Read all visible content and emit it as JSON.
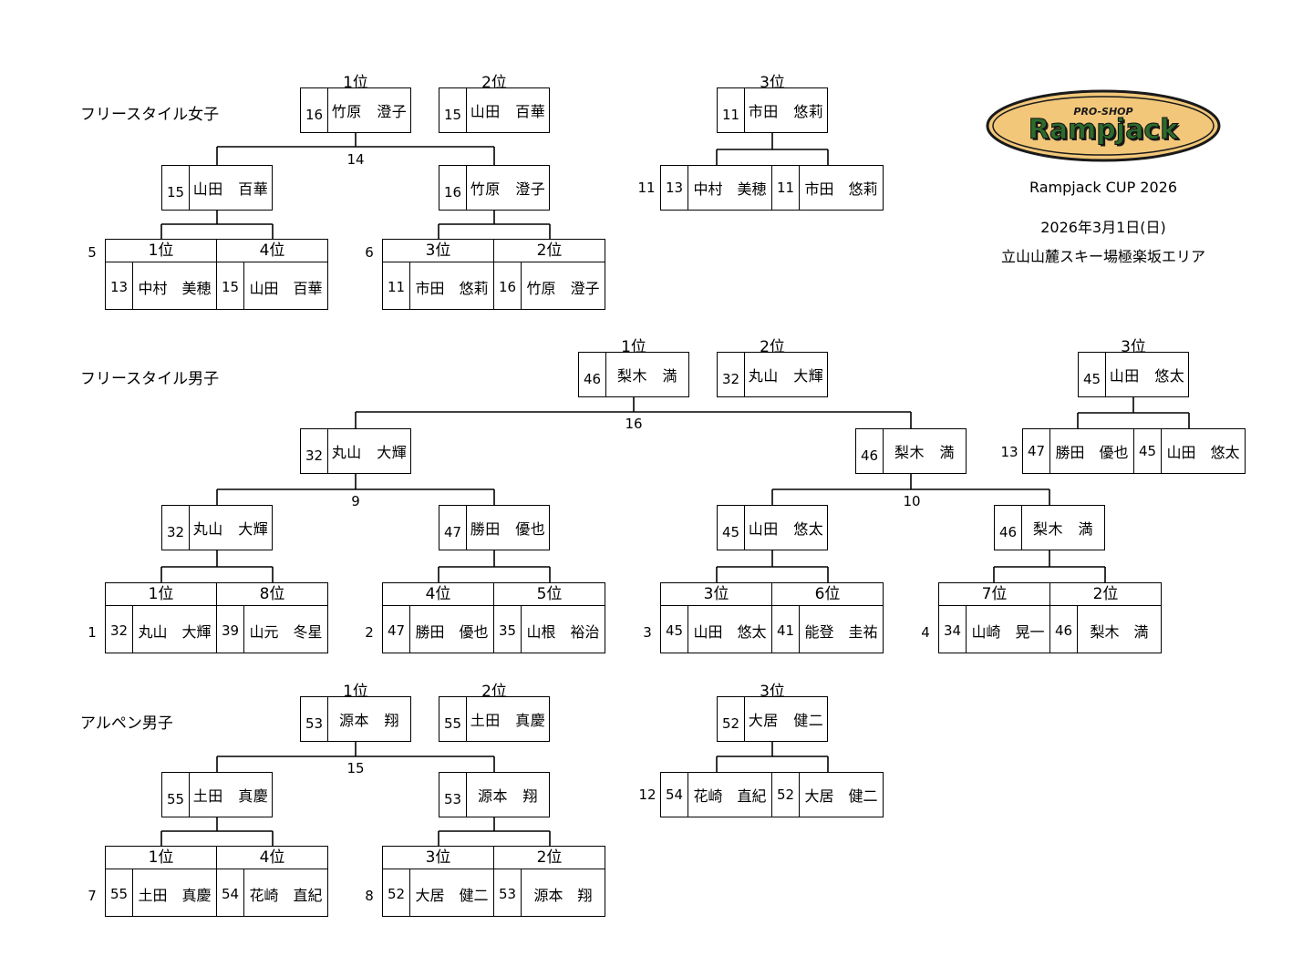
{
  "event": {
    "logo_small": "PRO-SHOP",
    "logo_main": "Rampjack",
    "name": "Rampjack CUP 2026",
    "date": "2026年3月1日(日)",
    "venue": "立山山麓スキー場極楽坂エリア"
  },
  "colors": {
    "logo_fill": "#f2c77a",
    "logo_text": "#1f5a1f",
    "line": "#000000"
  },
  "rank1": "1位",
  "rank2": "2位",
  "rank3": "3位",
  "sections": [
    {
      "title": "フリースタイル女子",
      "podium": [
        {
          "seed": "16",
          "name": "竹原　澄子"
        },
        {
          "seed": "15",
          "name": "山田　百華"
        },
        {
          "seed": "11",
          "name": "市田　悠莉"
        }
      ],
      "final_no": "14",
      "semis": [
        {
          "seed": "15",
          "name": "山田　百華"
        },
        {
          "seed": "16",
          "name": "竹原　澄子"
        }
      ],
      "third_match": {
        "no": "11",
        "a": {
          "seed": "13",
          "name": "中村　美穂"
        },
        "b": {
          "seed": "11",
          "name": "市田　悠莉"
        }
      },
      "heats": [
        {
          "no": "5",
          "ra": "1位",
          "rb": "4位",
          "a": {
            "seed": "13",
            "name": "中村　美穂"
          },
          "b": {
            "seed": "15",
            "name": "山田　百華"
          }
        },
        {
          "no": "6",
          "ra": "3位",
          "rb": "2位",
          "a": {
            "seed": "11",
            "name": "市田　悠莉"
          },
          "b": {
            "seed": "16",
            "name": "竹原　澄子"
          }
        }
      ]
    },
    {
      "title": "フリースタイル男子",
      "podium": [
        {
          "seed": "46",
          "name": "梨木　満"
        },
        {
          "seed": "32",
          "name": "丸山　大輝"
        },
        {
          "seed": "45",
          "name": "山田　悠太"
        }
      ],
      "final_no": "16",
      "semis": [
        {
          "seed": "32",
          "name": "丸山　大輝"
        },
        {
          "seed": "46",
          "name": "梨木　満"
        }
      ],
      "third_match": {
        "no": "13",
        "a": {
          "seed": "47",
          "name": "勝田　優也"
        },
        "b": {
          "seed": "45",
          "name": "山田　悠太"
        }
      },
      "semi_nos": [
        "9",
        "10"
      ],
      "quarters": [
        {
          "seed": "32",
          "name": "丸山　大輝"
        },
        {
          "seed": "47",
          "name": "勝田　優也"
        },
        {
          "seed": "45",
          "name": "山田　悠太"
        },
        {
          "seed": "46",
          "name": "梨木　満"
        }
      ],
      "heats": [
        {
          "no": "1",
          "ra": "1位",
          "rb": "8位",
          "a": {
            "seed": "32",
            "name": "丸山　大輝"
          },
          "b": {
            "seed": "39",
            "name": "山元　冬星"
          }
        },
        {
          "no": "2",
          "ra": "4位",
          "rb": "5位",
          "a": {
            "seed": "47",
            "name": "勝田　優也"
          },
          "b": {
            "seed": "35",
            "name": "山根　裕治"
          }
        },
        {
          "no": "3",
          "ra": "3位",
          "rb": "6位",
          "a": {
            "seed": "45",
            "name": "山田　悠太"
          },
          "b": {
            "seed": "41",
            "name": "能登　圭祐"
          }
        },
        {
          "no": "4",
          "ra": "7位",
          "rb": "2位",
          "a": {
            "seed": "34",
            "name": "山崎　晃一"
          },
          "b": {
            "seed": "46",
            "name": "梨木　満"
          }
        }
      ]
    },
    {
      "title": "アルペン男子",
      "podium": [
        {
          "seed": "53",
          "name": "源本　翔"
        },
        {
          "seed": "55",
          "name": "土田　真慶"
        },
        {
          "seed": "52",
          "name": "大居　健二"
        }
      ],
      "final_no": "15",
      "semis": [
        {
          "seed": "55",
          "name": "土田　真慶"
        },
        {
          "seed": "53",
          "name": "源本　翔"
        }
      ],
      "third_match": {
        "no": "12",
        "a": {
          "seed": "54",
          "name": "花崎　直紀"
        },
        "b": {
          "seed": "52",
          "name": "大居　健二"
        }
      },
      "heats": [
        {
          "no": "7",
          "ra": "1位",
          "rb": "4位",
          "a": {
            "seed": "55",
            "name": "土田　真慶"
          },
          "b": {
            "seed": "54",
            "name": "花崎　直紀"
          }
        },
        {
          "no": "8",
          "ra": "3位",
          "rb": "2位",
          "a": {
            "seed": "52",
            "name": "大居　健二"
          },
          "b": {
            "seed": "53",
            "name": "源本　翔"
          }
        }
      ]
    }
  ]
}
